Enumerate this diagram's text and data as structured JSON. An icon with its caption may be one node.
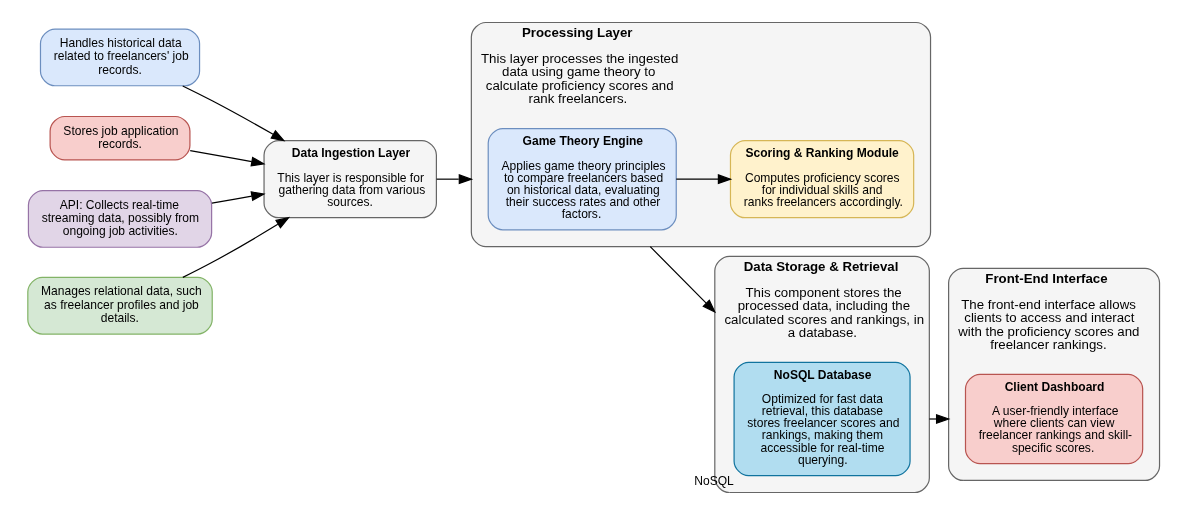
{
  "diagram": {
    "nodes": [
      {
        "text": [
          "Handles historical data related to freelancers' job records."
        ]
      },
      {
        "text": [
          "Stores job application records."
        ]
      },
      {
        "text": [
          "API: Collects real-time streaming data, possibly from ongoing job activities."
        ]
      },
      {
        "text": [
          "Manages relational data, such as freelancer profiles and job details."
        ]
      },
      {
        "text": [
          "Data Ingestion Layer",
          "This layer is responsible for gathering data from various sources."
        ]
      },
      {
        "text": [
          "Processing Layer",
          "This layer processes the ingested data using game theory to calculate proficiency scores and rank freelancers."
        ]
      },
      {
        "text": [
          "Game Theory Engine",
          "Applies game theory principles to compare freelancers based on historical data, evaluating their success rates and other factors."
        ],
        "in": 5
      },
      {
        "text": [
          "Scoring & Ranking Module",
          "Computes proficiency scores for individual skills and ranks freelancers accordingly."
        ],
        "in": 5
      },
      {
        "text": [
          "Data Storage & Retrieval",
          "This component stores the processed data, including the calculated scores and rankings, in a database."
        ]
      },
      {
        "text": [
          "NoSQL Database",
          "Optimized for fast data retrieval, this database stores freelancer scores and rankings, making them accessible for real-time querying."
        ],
        "in": 8,
        "beside": [
          "NoSQL"
        ]
      },
      {
        "text": [
          "Front-End Interface",
          "The front-end interface allows clients to access and interact with the proficiency scores and freelancer rankings."
        ]
      },
      {
        "text": [
          "Client Dashboard",
          "A user-friendly interface where clients can view freelancer rankings and skill-specific scores."
        ],
        "in": 10
      }
    ],
    "edges": [
      {
        "from": 0,
        "to": 4,
        "arrow": "to"
      },
      {
        "from": 1,
        "to": 4,
        "arrow": "to"
      },
      {
        "from": 2,
        "to": 4,
        "arrow": "to"
      },
      {
        "from": 3,
        "to": 4,
        "arrow": "to"
      },
      {
        "from": 4,
        "to": 5,
        "arrow": "to"
      },
      {
        "from": 6,
        "to": 7,
        "arrow": "to"
      },
      {
        "from": 5,
        "to": 8,
        "arrow": "to"
      },
      {
        "from": 8,
        "to": 10,
        "arrow": "to"
      }
    ]
  }
}
